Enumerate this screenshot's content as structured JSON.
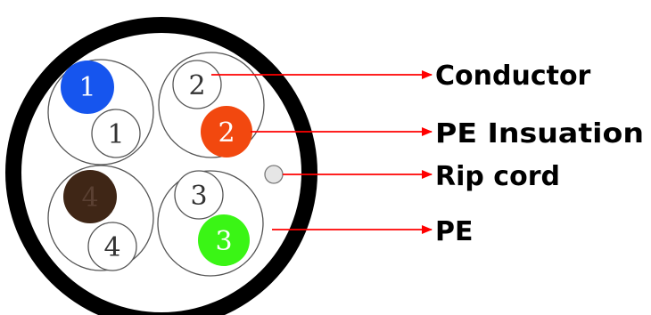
{
  "cable": {
    "pairs": [
      {
        "colored": {
          "label": "1",
          "color": "#1655ee",
          "text_color": "#ffffff"
        },
        "white": {
          "label": "1"
        }
      },
      {
        "colored": {
          "label": "2",
          "color": "#f2480f",
          "text_color": "#ffffff"
        },
        "white": {
          "label": "2"
        }
      },
      {
        "colored": {
          "label": "4",
          "color": "#3f2616",
          "text_color": "#5a4032"
        },
        "white": {
          "label": "4"
        }
      },
      {
        "colored": {
          "label": "3",
          "color": "#3af515",
          "text_color": "#ffffff"
        },
        "white": {
          "label": "3"
        }
      }
    ],
    "jacket_color": "#000000",
    "rip_cord_color": "#e6e6e6"
  },
  "callouts": {
    "arrow_color": "#ff0000",
    "labels": [
      "Conductor",
      "PE Insuation",
      "Rip cord",
      "PE"
    ]
  }
}
